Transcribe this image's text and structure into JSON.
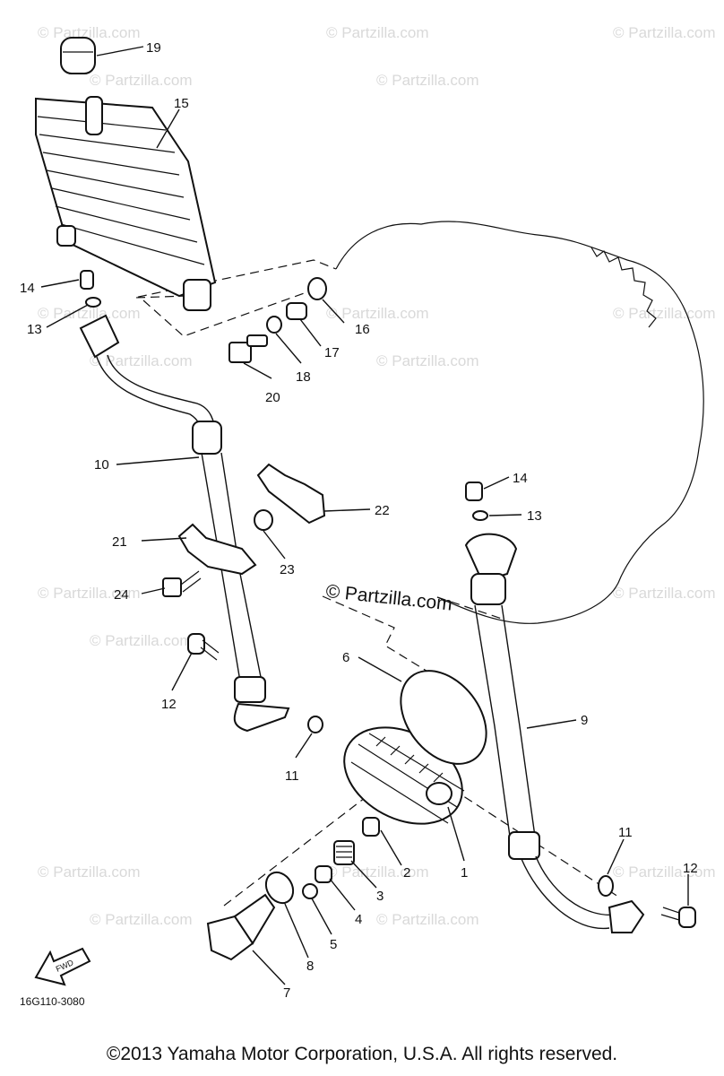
{
  "watermark": {
    "text": "© Partzilla.com",
    "center_text": "© Partzilla.com"
  },
  "callouts": [
    "1",
    "2",
    "3",
    "4",
    "5",
    "6",
    "7",
    "8",
    "9",
    "10",
    "11",
    "11",
    "12",
    "12",
    "13",
    "13",
    "14",
    "14",
    "15",
    "16",
    "17",
    "18",
    "19",
    "20",
    "21",
    "22",
    "23",
    "24"
  ],
  "fwd_label": "FWD",
  "diagram_code": "16G110-3080",
  "copyright": "©2013  Yamaha Motor Corporation, U.S.A. All rights reserved."
}
